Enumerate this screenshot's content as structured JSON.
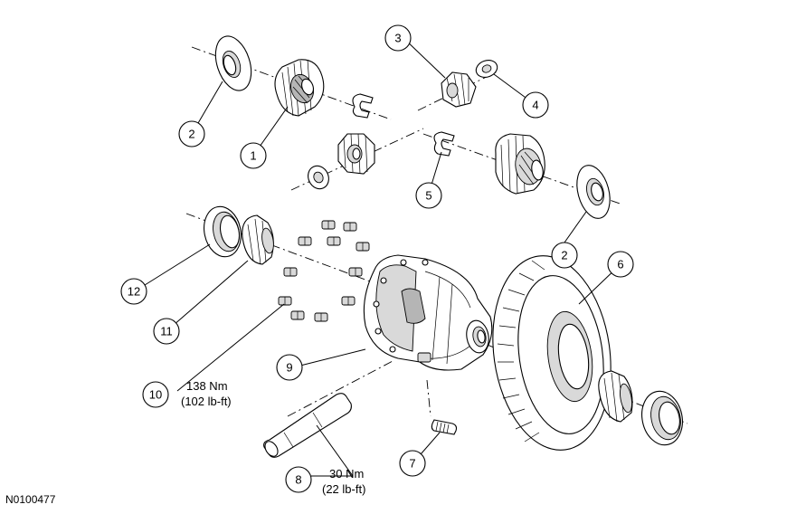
{
  "callouts": {
    "c1": "1",
    "c2a": "2",
    "c2b": "2",
    "c3": "3",
    "c4": "4",
    "c5": "5",
    "c6": "6",
    "c7": "7",
    "c8": "8",
    "c9": "9",
    "c10": "10",
    "c11": "11",
    "c12": "12"
  },
  "torque": {
    "bolt_nm": "138 Nm",
    "bolt_lbft": "(102 lb-ft)",
    "pin_bolt_nm": "30 Nm",
    "pin_bolt_lbft": "(22 lb-ft)"
  },
  "figure_id": "N0100477"
}
